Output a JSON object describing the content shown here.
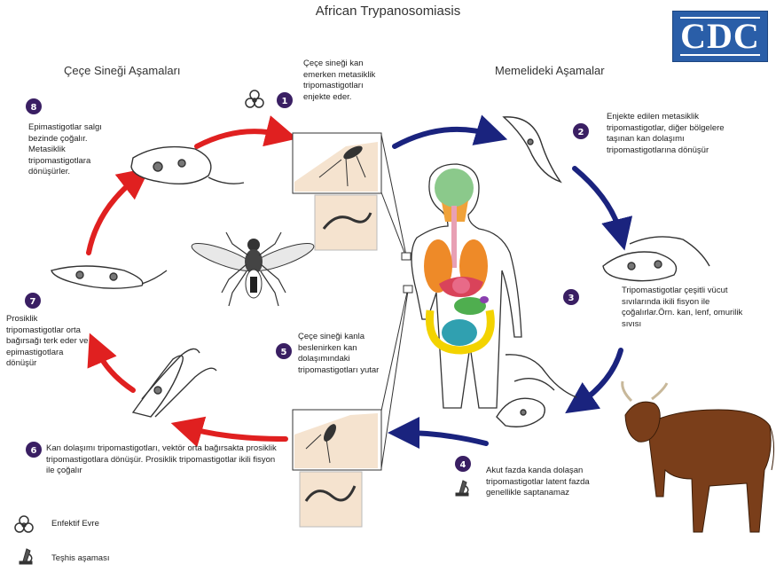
{
  "title": "African Trypanosomiasis",
  "logo_text": "CDC",
  "section_left": "Çeçe Sineği Aşamaları",
  "section_right": "Memelideki Aşamalar",
  "steps": [
    {
      "num": "1",
      "text": "Çeçe sineği kan emerken metasiklik tripomastigotları enjekte eder."
    },
    {
      "num": "2",
      "text": "Enjekte edilen metasiklik tripomastigotlar, diğer bölgelere taşınan kan dolaşımı tripomastigotlarına dönüşür"
    },
    {
      "num": "3",
      "text": "Tripomastigotlar çeşitli vücut sıvılarında ikili fisyon ile çoğalırlar.Örn. kan, lenf, omurilik sıvısı"
    },
    {
      "num": "4",
      "text": "Akut fazda kanda dolaşan tripomastigotlar latent fazda genellikle saptanamaz"
    },
    {
      "num": "5",
      "text": "Çeçe sineği kanla beslenirken kan dolaşımındaki tripomastigotları yutar"
    },
    {
      "num": "6",
      "text": "Kan dolaşımı tripomastigotları, vektör orta bağırsakta prosiklik tripomastigotlara dönüşür.  Prosiklik tripomastigotlar ikili fisyon ile çoğalır"
    },
    {
      "num": "7",
      "text": "Prosiklik tripomastigotlar orta bağırsağı terk eder ve epimastigotlara dönüşür"
    },
    {
      "num": "8",
      "text": "Epimastigotlar salgı bezinde çoğalır. Metasiklik tripomastigotlara dönüşürler."
    }
  ],
  "legend": [
    {
      "icon": "biohazard-icon",
      "label": "Enfektif Evre"
    },
    {
      "icon": "microscope-icon",
      "label": "Teşhis aşaması"
    }
  ],
  "colors": {
    "red_arrow": "#e02020",
    "blue_arrow": "#1a237e",
    "badge": "#3a1f63",
    "cdc_blue": "#2a5ea8"
  }
}
